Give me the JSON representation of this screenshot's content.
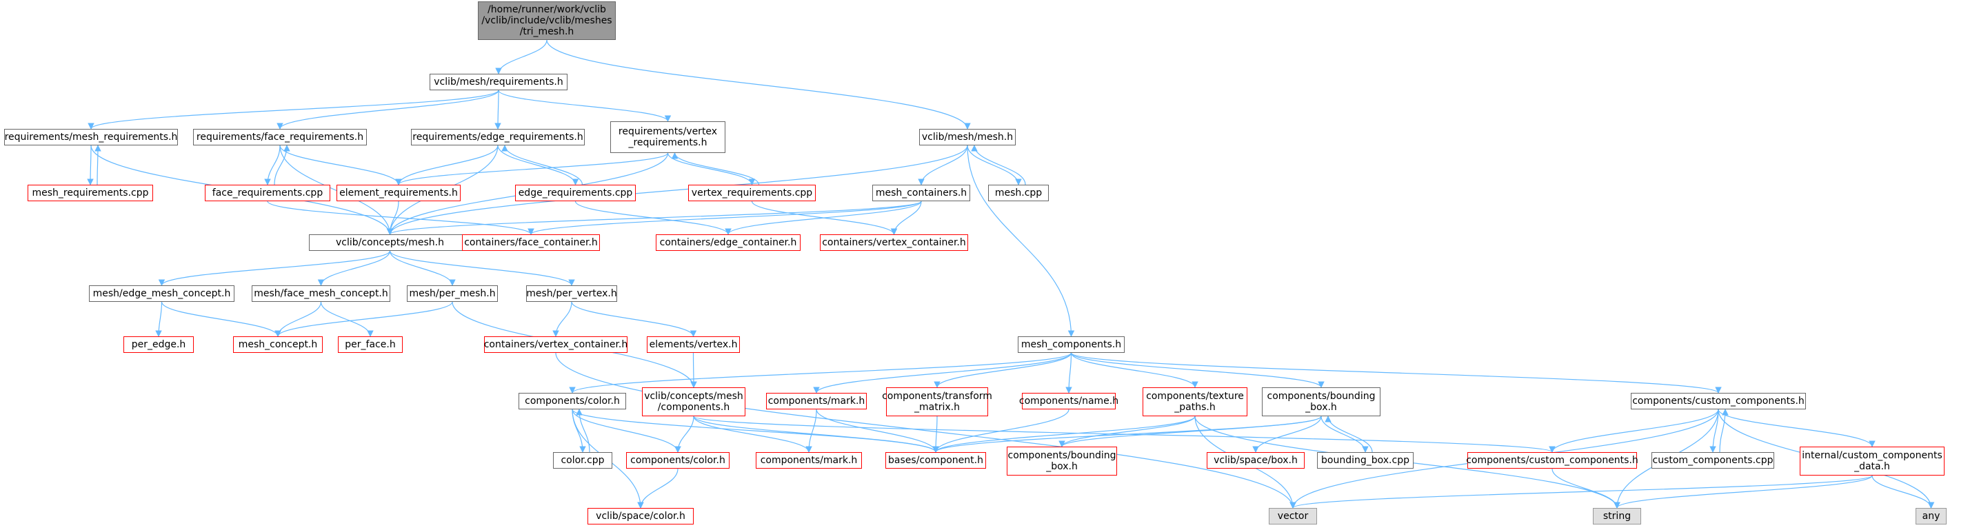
{
  "colors": {
    "edge": "#63b8ff",
    "node_border": "#666666",
    "node_border_missing": "#ff0000",
    "node_fill_system": "#e0e0e0",
    "node_fill_root": "#999999"
  },
  "nodes": [
    {
      "id": "root",
      "label": "/home/runner/work/vclib\n/vclib/include/vclib/meshes\n/tri_mesh.h",
      "style": "root"
    },
    {
      "id": "mesh_req",
      "label": "vclib/mesh/requirements.h",
      "style": "normal"
    },
    {
      "id": "mesh_mesh",
      "label": "vclib/mesh/mesh.h",
      "style": "normal"
    },
    {
      "id": "req_mesh_req",
      "label": "requirements/mesh_requirements.h",
      "style": "normal"
    },
    {
      "id": "req_face_req",
      "label": "requirements/face_requirements.h",
      "style": "normal"
    },
    {
      "id": "req_edge_req",
      "label": "requirements/edge_requirements.h",
      "style": "normal"
    },
    {
      "id": "req_vertex_req",
      "label": "requirements/vertex\n_requirements.h",
      "style": "normal"
    },
    {
      "id": "mesh_req_cpp",
      "label": "mesh_requirements.cpp",
      "style": "red"
    },
    {
      "id": "face_req_cpp",
      "label": "face_requirements.cpp",
      "style": "red"
    },
    {
      "id": "element_req",
      "label": "element_requirements.h",
      "style": "red"
    },
    {
      "id": "edge_req_cpp",
      "label": "edge_requirements.cpp",
      "style": "red"
    },
    {
      "id": "vertex_req_cpp",
      "label": "vertex_requirements.cpp",
      "style": "red"
    },
    {
      "id": "mesh_containers",
      "label": "mesh_containers.h",
      "style": "normal"
    },
    {
      "id": "mesh_cpp",
      "label": "mesh.cpp",
      "style": "normal"
    },
    {
      "id": "concepts_mesh",
      "label": "vclib/concepts/mesh.h",
      "style": "normal"
    },
    {
      "id": "cont_face",
      "label": "containers/face_container.h",
      "style": "red"
    },
    {
      "id": "cont_edge",
      "label": "containers/edge_container.h",
      "style": "red"
    },
    {
      "id": "cont_vertex_top",
      "label": "containers/vertex_container.h",
      "style": "red"
    },
    {
      "id": "edge_mesh_concept",
      "label": "mesh/edge_mesh_concept.h",
      "style": "normal"
    },
    {
      "id": "face_mesh_concept",
      "label": "mesh/face_mesh_concept.h",
      "style": "normal"
    },
    {
      "id": "per_mesh",
      "label": "mesh/per_mesh.h",
      "style": "normal"
    },
    {
      "id": "per_vertex",
      "label": "mesh/per_vertex.h",
      "style": "normal"
    },
    {
      "id": "per_edge",
      "label": "per_edge.h",
      "style": "red"
    },
    {
      "id": "mesh_concept",
      "label": "mesh_concept.h",
      "style": "red"
    },
    {
      "id": "per_face",
      "label": "per_face.h",
      "style": "red"
    },
    {
      "id": "cont_vertex_mid",
      "label": "containers/vertex_container.h",
      "style": "red"
    },
    {
      "id": "elements_vertex",
      "label": "elements/vertex.h",
      "style": "red"
    },
    {
      "id": "mesh_components",
      "label": "mesh_components.h",
      "style": "normal"
    },
    {
      "id": "comp_color",
      "label": "components/color.h",
      "style": "normal"
    },
    {
      "id": "concepts_mesh_comp",
      "label": "vclib/concepts/mesh\n/components.h",
      "style": "red"
    },
    {
      "id": "comp_mark",
      "label": "components/mark.h",
      "style": "red"
    },
    {
      "id": "comp_transform",
      "label": "components/transform\n_matrix.h",
      "style": "red"
    },
    {
      "id": "comp_name",
      "label": "components/name.h",
      "style": "red"
    },
    {
      "id": "comp_texture",
      "label": "components/texture\n_paths.h",
      "style": "red"
    },
    {
      "id": "comp_bbox",
      "label": "components/bounding\n_box.h",
      "style": "normal"
    },
    {
      "id": "comp_custom",
      "label": "components/custom_components.h",
      "style": "normal"
    },
    {
      "id": "color_cpp",
      "label": "color.cpp",
      "style": "normal"
    },
    {
      "id": "concept_comp_color",
      "label": "components/color.h",
      "style": "red"
    },
    {
      "id": "concept_comp_mark",
      "label": "components/mark.h",
      "style": "red"
    },
    {
      "id": "bases_component",
      "label": "bases/component.h",
      "style": "red"
    },
    {
      "id": "concept_comp_bbox",
      "label": "components/bounding\n_box.h",
      "style": "red"
    },
    {
      "id": "space_box",
      "label": "vclib/space/box.h",
      "style": "red"
    },
    {
      "id": "bbox_cpp",
      "label": "bounding_box.cpp",
      "style": "normal"
    },
    {
      "id": "concept_comp_custom",
      "label": "components/custom_components.h",
      "style": "red"
    },
    {
      "id": "custom_comp_cpp",
      "label": "custom_components.cpp",
      "style": "normal"
    },
    {
      "id": "internal_custom",
      "label": "internal/custom_components\n_data.h",
      "style": "red"
    },
    {
      "id": "space_color",
      "label": "vclib/space/color.h",
      "style": "red"
    },
    {
      "id": "vector",
      "label": "vector",
      "style": "grey"
    },
    {
      "id": "string",
      "label": "string",
      "style": "grey"
    },
    {
      "id": "any",
      "label": "any",
      "style": "grey"
    }
  ],
  "edges": [
    [
      "root",
      "mesh_req"
    ],
    [
      "root",
      "mesh_mesh"
    ],
    [
      "mesh_req",
      "req_mesh_req"
    ],
    [
      "mesh_req",
      "req_face_req"
    ],
    [
      "mesh_req",
      "req_edge_req"
    ],
    [
      "mesh_req",
      "req_vertex_req"
    ],
    [
      "req_mesh_req",
      "mesh_req_cpp"
    ],
    [
      "mesh_req_cpp",
      "req_mesh_req"
    ],
    [
      "req_mesh_req",
      "concepts_mesh"
    ],
    [
      "req_face_req",
      "face_req_cpp"
    ],
    [
      "face_req_cpp",
      "req_face_req"
    ],
    [
      "req_face_req",
      "element_req"
    ],
    [
      "req_face_req",
      "concepts_mesh"
    ],
    [
      "face_req_cpp",
      "cont_face"
    ],
    [
      "req_edge_req",
      "element_req"
    ],
    [
      "req_edge_req",
      "edge_req_cpp"
    ],
    [
      "edge_req_cpp",
      "req_edge_req"
    ],
    [
      "req_edge_req",
      "concepts_mesh"
    ],
    [
      "edge_req_cpp",
      "cont_edge"
    ],
    [
      "req_vertex_req",
      "element_req"
    ],
    [
      "req_vertex_req",
      "vertex_req_cpp"
    ],
    [
      "vertex_req_cpp",
      "req_vertex_req"
    ],
    [
      "req_vertex_req",
      "concepts_mesh"
    ],
    [
      "vertex_req_cpp",
      "cont_vertex_top"
    ],
    [
      "element_req",
      "concepts_mesh"
    ],
    [
      "mesh_mesh",
      "concepts_mesh"
    ],
    [
      "mesh_mesh",
      "mesh_containers"
    ],
    [
      "mesh_mesh",
      "mesh_cpp"
    ],
    [
      "mesh_cpp",
      "mesh_mesh"
    ],
    [
      "mesh_mesh",
      "mesh_components"
    ],
    [
      "mesh_containers",
      "concepts_mesh"
    ],
    [
      "mesh_containers",
      "cont_face"
    ],
    [
      "mesh_containers",
      "cont_edge"
    ],
    [
      "mesh_containers",
      "cont_vertex_top"
    ],
    [
      "concepts_mesh",
      "edge_mesh_concept"
    ],
    [
      "concepts_mesh",
      "face_mesh_concept"
    ],
    [
      "concepts_mesh",
      "per_mesh"
    ],
    [
      "concepts_mesh",
      "per_vertex"
    ],
    [
      "edge_mesh_concept",
      "per_edge"
    ],
    [
      "edge_mesh_concept",
      "mesh_concept"
    ],
    [
      "face_mesh_concept",
      "mesh_concept"
    ],
    [
      "face_mesh_concept",
      "per_face"
    ],
    [
      "per_mesh",
      "mesh_concept"
    ],
    [
      "per_mesh",
      "concepts_mesh_comp"
    ],
    [
      "per_vertex",
      "cont_vertex_mid"
    ],
    [
      "per_vertex",
      "elements_vertex"
    ],
    [
      "elements_vertex",
      "concepts_mesh_comp"
    ],
    [
      "cont_vertex_mid",
      "vector"
    ],
    [
      "mesh_components",
      "comp_color"
    ],
    [
      "mesh_components",
      "comp_mark"
    ],
    [
      "mesh_components",
      "comp_transform"
    ],
    [
      "mesh_components",
      "comp_name"
    ],
    [
      "mesh_components",
      "comp_texture"
    ],
    [
      "mesh_components",
      "comp_bbox"
    ],
    [
      "mesh_components",
      "comp_custom"
    ],
    [
      "comp_color",
      "color_cpp"
    ],
    [
      "color_cpp",
      "comp_color"
    ],
    [
      "comp_color",
      "concept_comp_color"
    ],
    [
      "comp_color",
      "bases_component"
    ],
    [
      "comp_color",
      "space_color"
    ],
    [
      "concepts_mesh_comp",
      "concept_comp_color"
    ],
    [
      "concepts_mesh_comp",
      "concept_comp_mark"
    ],
    [
      "concepts_mesh_comp",
      "bases_component"
    ],
    [
      "concepts_mesh_comp",
      "concept_comp_custom"
    ],
    [
      "concept_comp_color",
      "space_color"
    ],
    [
      "comp_mark",
      "concept_comp_mark"
    ],
    [
      "comp_mark",
      "bases_component"
    ],
    [
      "comp_transform",
      "bases_component"
    ],
    [
      "comp_name",
      "bases_component"
    ],
    [
      "comp_texture",
      "bases_component"
    ],
    [
      "comp_texture",
      "concept_comp_bbox"
    ],
    [
      "comp_texture",
      "vector"
    ],
    [
      "comp_texture",
      "string"
    ],
    [
      "comp_bbox",
      "bases_component"
    ],
    [
      "comp_bbox",
      "concept_comp_bbox"
    ],
    [
      "comp_bbox",
      "space_box"
    ],
    [
      "comp_bbox",
      "bbox_cpp"
    ],
    [
      "bbox_cpp",
      "comp_bbox"
    ],
    [
      "comp_custom",
      "concept_comp_custom"
    ],
    [
      "comp_custom",
      "custom_comp_cpp"
    ],
    [
      "custom_comp_cpp",
      "comp_custom"
    ],
    [
      "comp_custom",
      "internal_custom"
    ],
    [
      "comp_custom",
      "vector"
    ],
    [
      "comp_custom",
      "string"
    ],
    [
      "comp_custom",
      "any"
    ],
    [
      "concept_comp_custom",
      "string"
    ],
    [
      "internal_custom",
      "vector"
    ],
    [
      "internal_custom",
      "string"
    ],
    [
      "internal_custom",
      "any"
    ]
  ]
}
